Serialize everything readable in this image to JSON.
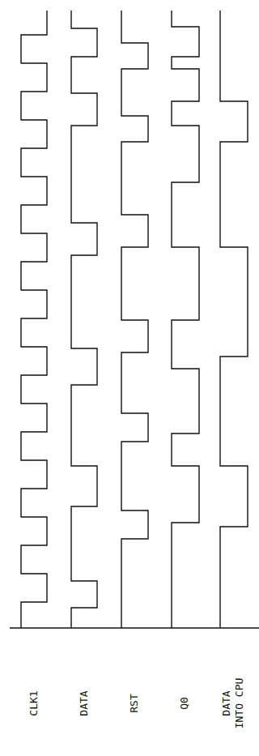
{
  "diagram": {
    "labels": [
      "CLK1",
      "DATA",
      "RST",
      "Q0",
      "DATA INTO CPU"
    ]
  }
}
